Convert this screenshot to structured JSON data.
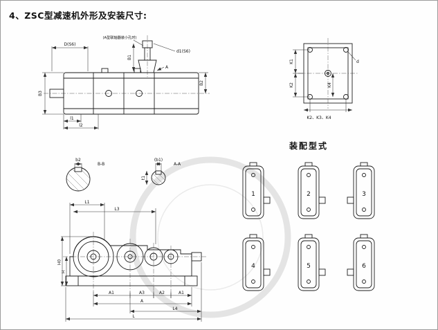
{
  "page": {
    "title": "4、ZSC型减速机外形及安装尺寸:",
    "assembly_heading": "装配型式"
  },
  "side_view": {
    "dim_D": "D(S6)",
    "note": "(A型联轴器装小孔时)",
    "dim_d1": "d1(S6)",
    "dim_A": "A",
    "dim_B1": "B1",
    "dim_B2": "B2",
    "dim_B3": "B3",
    "dim_l1": "l1",
    "dim_l2": "l2"
  },
  "plan_view": {
    "dim_K1": "K1",
    "dim_K2": "K2",
    "dim_K4": "K4",
    "bottom_caption": "K2、K3、K4",
    "dim_d": "d"
  },
  "sections": {
    "bb_title": "B-B",
    "bb_width": "b2",
    "aa_title": "A-A",
    "aa_width": "(b1)",
    "aa_depth": "t1"
  },
  "front_view": {
    "dim_L1": "L1",
    "dim_L3": "L3",
    "dim_H0": "H0",
    "dim_H": "H",
    "dim_A1_left": "A1",
    "dim_A3": "A3",
    "dim_A2": "A2",
    "dim_A1_right": "A1",
    "dim_A": "A",
    "dim_L4": "L4",
    "dim_L": "L"
  },
  "assembly": {
    "items": [
      {
        "label": "1"
      },
      {
        "label": "2"
      },
      {
        "label": "3"
      },
      {
        "label": "4"
      },
      {
        "label": "5"
      },
      {
        "label": "6"
      }
    ]
  }
}
